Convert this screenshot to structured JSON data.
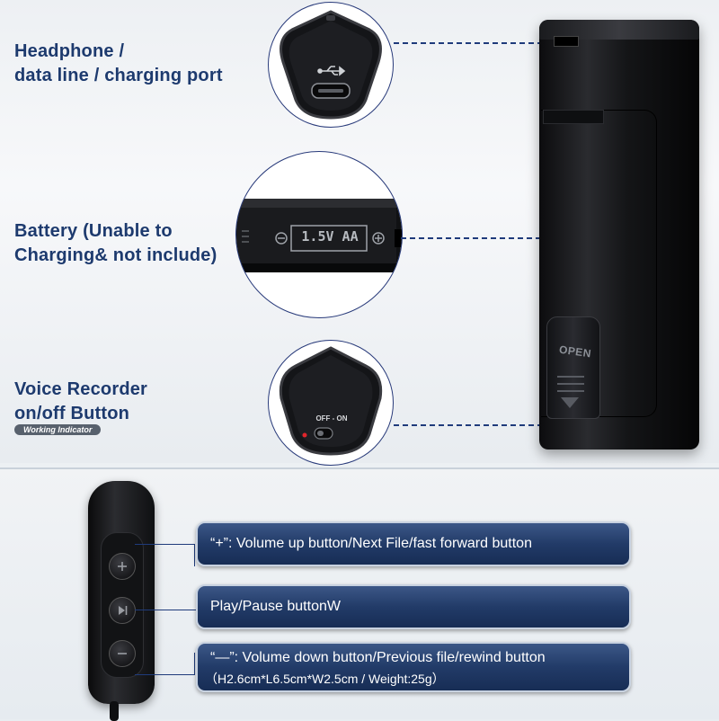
{
  "labels": {
    "port_line1": "Headphone /",
    "port_line2": "data line / charging port",
    "battery_line1": "Battery (Unable to",
    "battery_line2": "Charging& not include)",
    "power_line1": "Voice Recorder",
    "power_line2": "on/off Button",
    "working_indicator": "Working Indicator"
  },
  "closeups": {
    "battery_text": "1.5V AA",
    "switch_text": "OFF - ON"
  },
  "device": {
    "door_label": "OPEN"
  },
  "remote_callouts": [
    {
      "line1": "“+”: Volume up button/Next File/fast forward button",
      "line2": ""
    },
    {
      "line1": "Play/Pause buttonW",
      "line2": ""
    },
    {
      "line1": "“—”: Volume down button/Previous file/rewind button",
      "line2": "（H2.6cm*L6.5cm*W2.5cm / Weight:25g）"
    }
  ],
  "colors": {
    "label_text": "#1d3a6e",
    "accent_navy": "#223b68",
    "dash_line": "#1f3b7b"
  }
}
